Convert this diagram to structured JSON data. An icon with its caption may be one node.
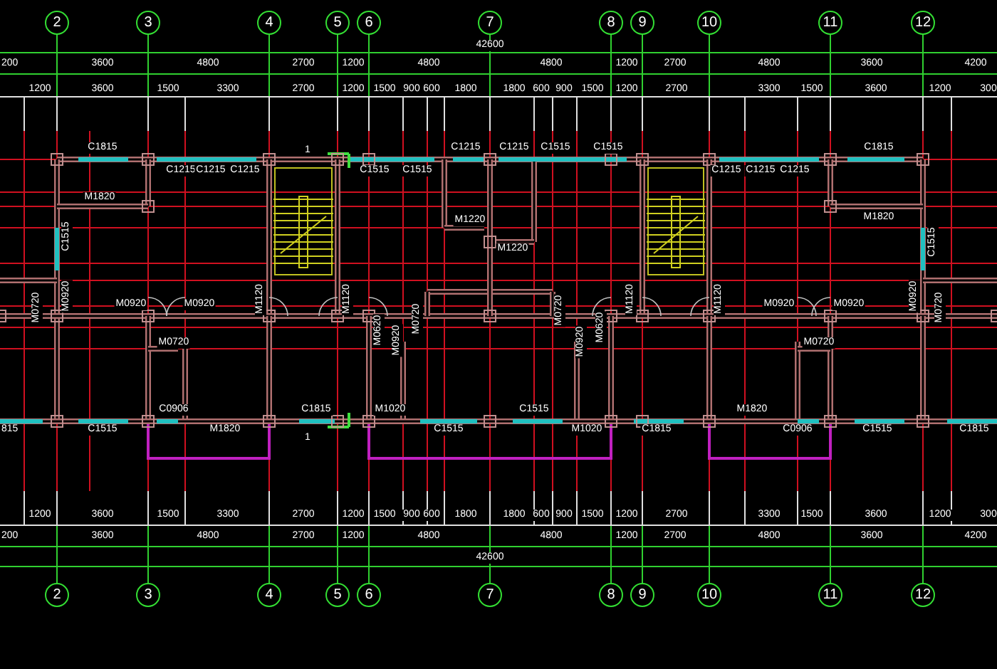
{
  "diagram": {
    "nodes": [
      {
        "text": [
          "2"
        ]
      },
      {
        "text": [
          "3"
        ]
      },
      {
        "text": [
          "4"
        ]
      },
      {
        "text": [
          "5"
        ]
      },
      {
        "text": [
          "6"
        ]
      },
      {
        "text": [
          "7"
        ]
      },
      {
        "text": [
          "8"
        ]
      },
      {
        "text": [
          "9"
        ]
      },
      {
        "text": [
          "10"
        ]
      },
      {
        "text": [
          "11"
        ]
      },
      {
        "text": [
          "12"
        ]
      },
      {
        "text": [
          "2"
        ]
      },
      {
        "text": [
          "3"
        ]
      },
      {
        "text": [
          "4"
        ]
      },
      {
        "text": [
          "5"
        ]
      },
      {
        "text": [
          "6"
        ]
      },
      {
        "text": [
          "7"
        ]
      },
      {
        "text": [
          "8"
        ]
      },
      {
        "text": [
          "9"
        ]
      },
      {
        "text": [
          "10"
        ]
      },
      {
        "text": [
          "11"
        ]
      },
      {
        "text": [
          "12"
        ]
      }
    ],
    "labels": [
      "42600",
      "200",
      "3600",
      "4800",
      "2700",
      "1200",
      "4800",
      "4800",
      "1200",
      "2700",
      "4800",
      "3600",
      "4200",
      "1200",
      "3600",
      "1500",
      "3300",
      "2700",
      "1200",
      "1500",
      "900",
      "600",
      "1800",
      "1800",
      "600",
      "900",
      "1500",
      "1200",
      "2700",
      "3300",
      "1500",
      "3600",
      "1200",
      "300",
      "C1815",
      "1",
      "C1215",
      "C1215",
      "C1515",
      "C1515",
      "C1815",
      "C1215",
      "C1215",
      "C1215",
      "C1515",
      "C1515",
      "C1215",
      "C1215",
      "C1215",
      "M1820",
      "M1220",
      "M1820",
      "C1515",
      "C1515",
      "M1220",
      "M0720",
      "M0920",
      "M0920",
      "M0920",
      "M1120",
      "M1120",
      "M0620",
      "M0920",
      "M0720",
      "M0720",
      "M0920",
      "M0620",
      "M1120",
      "M1120",
      "M0920",
      "M0920",
      "M0920",
      "M0720",
      "M0720",
      "M0720",
      "C0906",
      "C1815",
      "M1020",
      "C1515",
      "M1820",
      "815",
      "C1515",
      "M1820",
      "C1515",
      "M1020",
      "C1815",
      "C0906",
      "C1515",
      "C1815",
      "1",
      "1200",
      "3600",
      "1500",
      "3300",
      "2700",
      "1200",
      "1500",
      "900",
      "600",
      "1800",
      "1800",
      "600",
      "900",
      "1500",
      "1200",
      "2700",
      "3300",
      "1500",
      "3600",
      "1200",
      "300",
      "200",
      "3600",
      "4800",
      "2700",
      "1200",
      "4800",
      "4800",
      "1200",
      "2700",
      "4800",
      "3600",
      "4200",
      "42600"
    ]
  }
}
